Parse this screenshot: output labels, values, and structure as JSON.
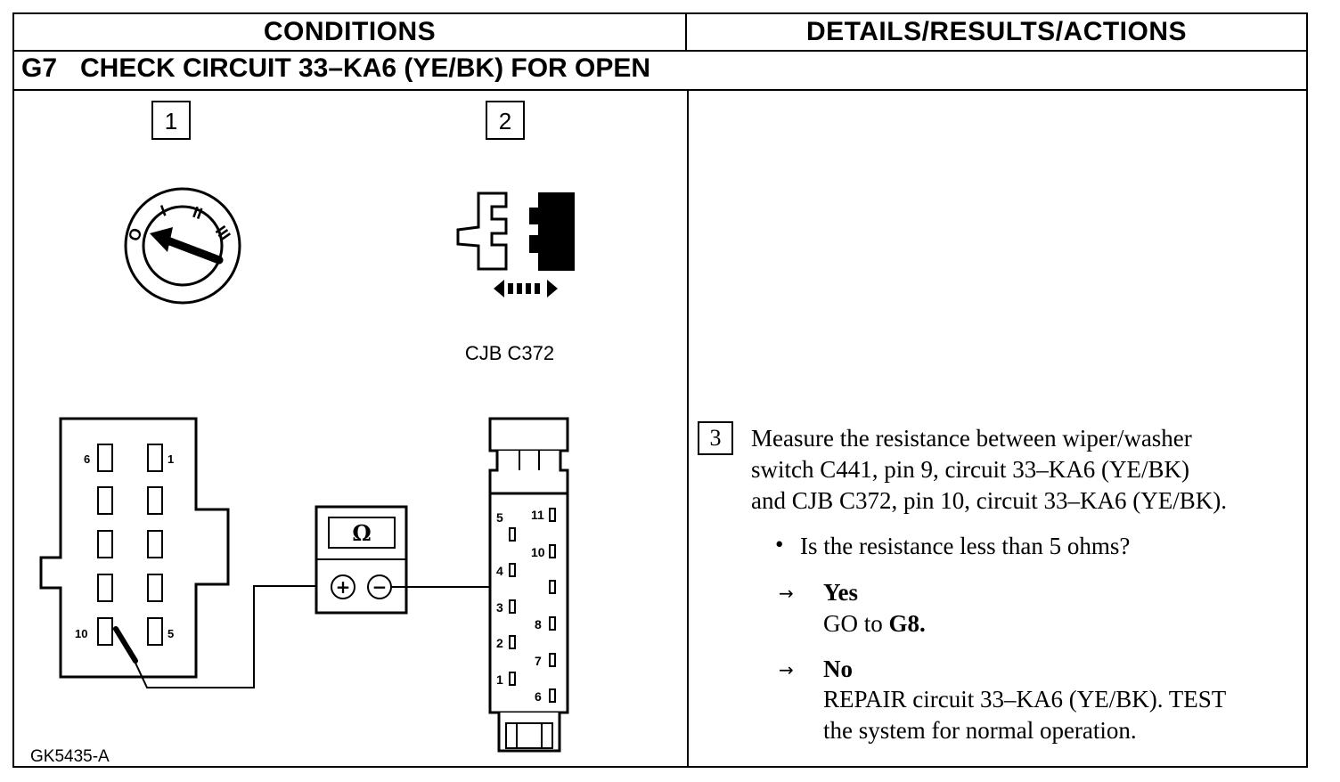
{
  "header": {
    "conditions": "CONDITIONS",
    "details": "DETAILS/RESULTS/ACTIONS"
  },
  "step": {
    "code": "G7",
    "title": "CHECK CIRCUIT 33–KA6 (YE/BK) FOR OPEN"
  },
  "conditions": {
    "box1": "1",
    "box2": "2",
    "connector_label": "CJB C372",
    "ohm_symbol": "Ω",
    "meter_plus": "+",
    "meter_minus": "−",
    "figure_id": "GK5435-A",
    "ignition_positions": [
      "O",
      "I",
      "II",
      "III"
    ],
    "left_pins": {
      "p6": "6",
      "p1": "1",
      "p10": "10",
      "p5": "5"
    },
    "right_pins": {
      "p5": "5",
      "p11": "11",
      "p10": "10",
      "p4": "4",
      "p3": "3",
      "p8": "8",
      "p2": "2",
      "p7": "7",
      "p1": "1",
      "p6": "6"
    }
  },
  "details": {
    "box3": "3",
    "measure_line1": "Measure the resistance between wiper/washer",
    "measure_line2": "switch C441, pin 9, circuit 33–KA6 (YE/BK)",
    "measure_line3": "and CJB C372, pin 10, circuit 33–KA6 (YE/BK).",
    "question": "Is the resistance less than 5 ohms?",
    "yes_label": "Yes",
    "yes_action_prefix": "GO to ",
    "yes_action_target": "G8.",
    "no_label": "No",
    "no_action_line1": "REPAIR circuit 33–KA6 (YE/BK). TEST",
    "no_action_line2": "the system for normal operation."
  }
}
